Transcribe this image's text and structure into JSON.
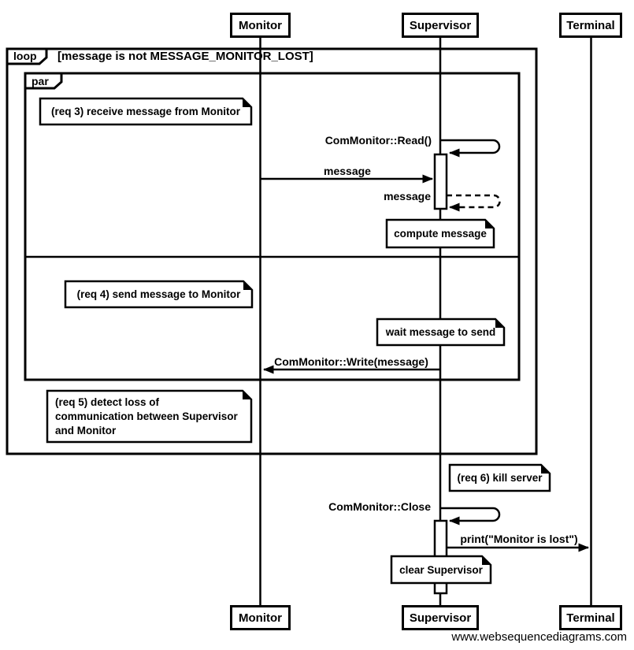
{
  "diagram": {
    "actors": {
      "monitor": "Monitor",
      "supervisor": "Supervisor",
      "terminal": "Terminal"
    },
    "frames": {
      "loop": {
        "label": "loop",
        "condition": "[message is not MESSAGE_MONITOR_LOST]"
      },
      "par": {
        "label": "par"
      }
    },
    "messages": {
      "read": "ComMonitor::Read()",
      "message_in": "message",
      "message_return": "message",
      "write": "ComMonitor::Write(message)",
      "close": "ComMonitor::Close",
      "print": "print(\"Monitor is lost\")"
    },
    "notes": {
      "req3": "(req 3) receive message from Monitor",
      "compute": "compute message",
      "req4": "(req 4) send message to Monitor",
      "wait": "wait message to send",
      "req5_lines": [
        "(req 5) detect loss of",
        "communication between Supervisor",
        "and Monitor"
      ],
      "req6": "(req 6) kill server",
      "clear": "clear Supervisor"
    },
    "watermark": "www.websequencediagrams.com"
  }
}
